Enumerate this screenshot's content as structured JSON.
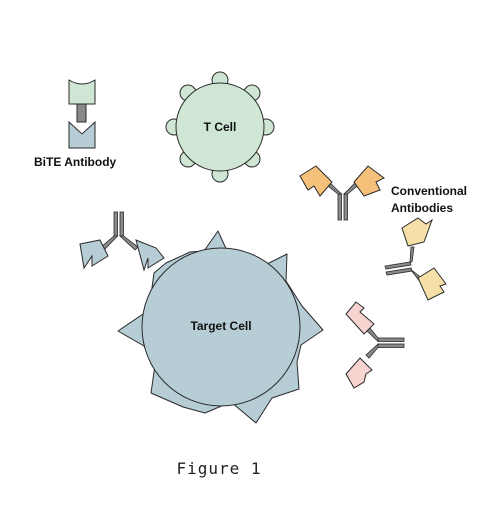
{
  "labels": {
    "bite": "BiTE Antibody",
    "tcell": "T Cell",
    "target": "Target Cell",
    "conventional_line1": "Conventional",
    "conventional_line2": "Antibodies",
    "caption": "Figure 1"
  },
  "colors": {
    "tcell_fill": "#cfe6d4",
    "target_fill": "#b6cdd6",
    "bite_top": "#cfe6d4",
    "bite_bottom": "#b6cdd6",
    "antibody_orange": "#f5c07a",
    "antibody_yellow": "#f6e0a8",
    "antibody_pink": "#f7d4d0",
    "antibody_blue": "#b6cdd6",
    "antibody_stem": "#8a8a8a",
    "outline": "#2a2a2a"
  }
}
